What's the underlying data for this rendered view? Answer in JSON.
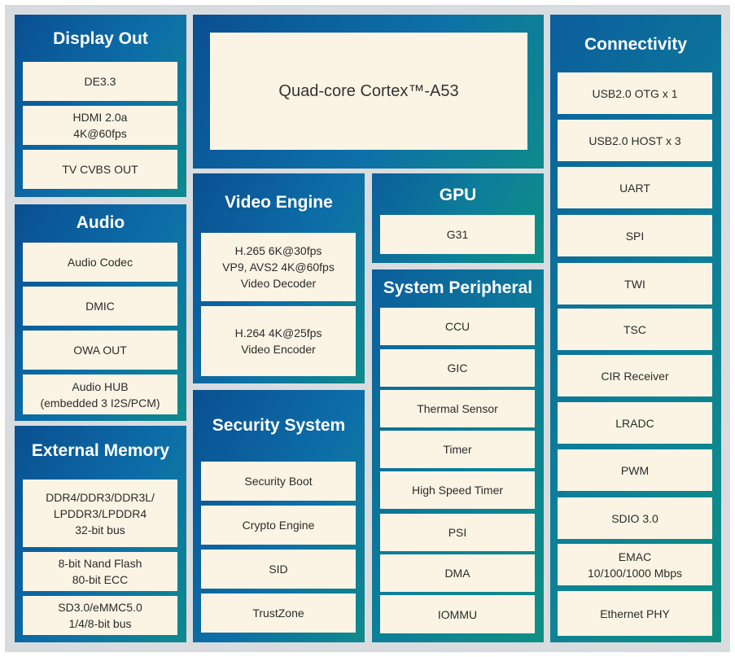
{
  "cpu": {
    "label": "Quad-core Cortex™-A53"
  },
  "display_out": {
    "title": "Display Out",
    "items": [
      "DE3.3",
      "HDMI 2.0a\n4K@60fps",
      "TV CVBS OUT"
    ]
  },
  "audio": {
    "title": "Audio",
    "items": [
      "Audio Codec",
      "DMIC",
      "OWA OUT",
      "Audio HUB\n(embedded 3 I2S/PCM)"
    ]
  },
  "external_memory": {
    "title": "External Memory",
    "items": [
      "DDR4/DDR3/DDR3L/\nLPDDR3/LPDDR4\n32-bit bus",
      "8-bit Nand Flash\n80-bit ECC",
      "SD3.0/eMMC5.0\n1/4/8-bit bus"
    ]
  },
  "video_engine": {
    "title": "Video Engine",
    "items": [
      "H.265 6K@30fps\nVP9, AVS2 4K@60fps\nVideo Decoder",
      "H.264 4K@25fps\nVideo Encoder"
    ]
  },
  "security_system": {
    "title": "Security System",
    "items": [
      "Security Boot",
      "Crypto Engine",
      "SID",
      "TrustZone"
    ]
  },
  "gpu": {
    "title": "GPU",
    "items": [
      "G31"
    ]
  },
  "system_peripheral": {
    "title": "System Peripheral",
    "items": [
      "CCU",
      "GIC",
      "Thermal Sensor",
      "Timer",
      "High Speed Timer",
      "PSI",
      "DMA",
      "IOMMU"
    ]
  },
  "connectivity": {
    "title": "Connectivity",
    "items": [
      "USB2.0 OTG x 1",
      "USB2.0 HOST x 3",
      "UART",
      "SPI",
      "TWI",
      "TSC",
      "CIR Receiver",
      "LRADC",
      "PWM",
      "SDIO 3.0",
      "EMAC\n10/100/1000 Mbps",
      "Ethernet PHY"
    ]
  },
  "colors": {
    "block_dark": "#0a4f91",
    "block_teal": "#0f8a8c",
    "item_bg": "#fbf4e4",
    "background": "#d9dcdf"
  }
}
